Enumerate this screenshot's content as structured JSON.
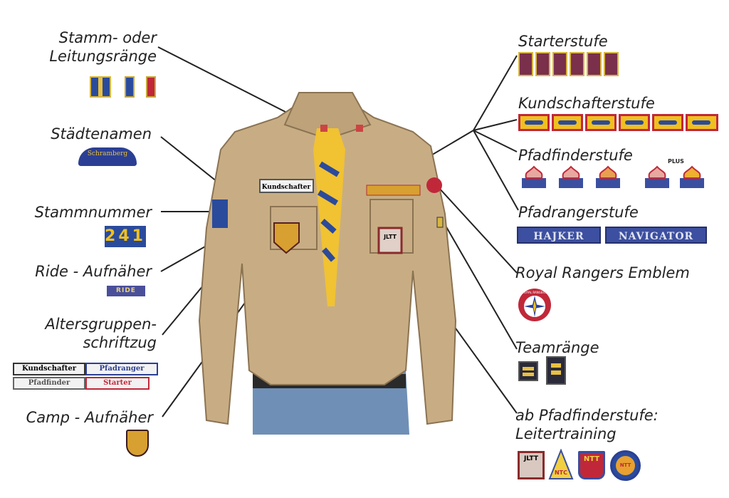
{
  "labels": {
    "stamm": "Stamm- oder",
    "stamm2": "Leitungsränge",
    "staedte": "Städtenamen",
    "stammnummer": "Stammnummer",
    "ride": "Ride - Aufnäher",
    "alters": "Altersgruppen-",
    "alters2": "schriftzug",
    "camp": "Camp - Aufnäher",
    "starter": "Starterstufe",
    "kund": "Kundschafterstufe",
    "pfadfinder": "Pfadfinderstufe",
    "pfadranger": "Pfadrangerstufe",
    "royal": "Royal Rangers Emblem",
    "team": "Teamränge",
    "leiter": "ab Pfadfinderstufe:",
    "leiter2": "Leitertraining"
  },
  "patches": {
    "city": "Schramberg",
    "number": "241",
    "ride": "RIDE",
    "age_groups": [
      "Kundschafter",
      "Pfadranger",
      "Pfadfinder",
      "Starter"
    ],
    "plus": "PLUS",
    "pfadranger": [
      "HAJKER",
      "NAVIGATOR"
    ],
    "royal_text": "ROYAL RANGERS",
    "training": [
      "JLTT",
      "NTC",
      "NTT",
      "NTT"
    ],
    "shirt_tag": "Kundschafter",
    "shirt_jltt": "JLTT"
  },
  "colors": {
    "shirt": "#c8ad84",
    "jeans": "#6f8fb6",
    "scarf_yellow": "#f1c232",
    "scarf_blue": "#2b4a9b"
  }
}
